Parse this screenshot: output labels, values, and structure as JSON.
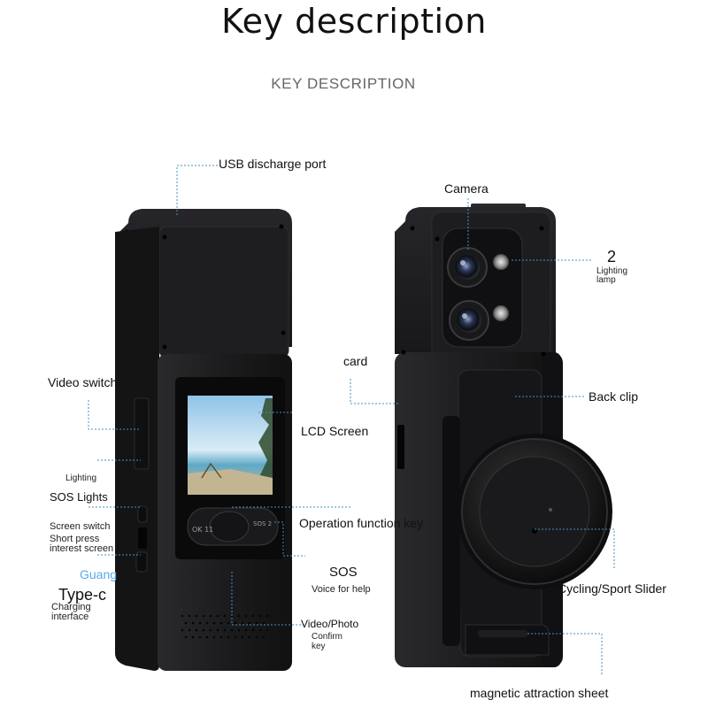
{
  "header": {
    "title": "Key description",
    "subtitle": "KEY DESCRIPTION"
  },
  "front_device": {
    "labels": {
      "usb_port": "USB discharge port",
      "video_switch": "Video switch",
      "lighting": "Lighting",
      "sos_lights": "SOS Lights",
      "screen_switch": "Screen switch",
      "short_press": "Short press",
      "interest_screen": "interest screen",
      "guang": "Guang",
      "type_c": "Type-c",
      "charging": "Charging",
      "interface": "interface",
      "lcd_screen": "LCD Screen",
      "operation_key": "Operation function key",
      "sos": "SOS",
      "voice_for_help": "Voice for help",
      "video_photo": "Video/Photo",
      "confirm": "Confirm",
      "key": "key"
    },
    "button_text": {
      "left": "OK 11",
      "right": "SOS 2"
    }
  },
  "back_device": {
    "labels": {
      "camera": "Camera",
      "lamp_count": "2",
      "lighting": "Lighting",
      "lamp": "lamp",
      "card": "card",
      "back_clip": "Back clip",
      "slider": "Cycling/Sport Slider",
      "magnetic_sheet": "magnetic attraction sheet"
    }
  },
  "colors": {
    "body": "#1c1c1e",
    "leader_line": "#4a8fbf",
    "guang_text": "#59a9e8"
  }
}
